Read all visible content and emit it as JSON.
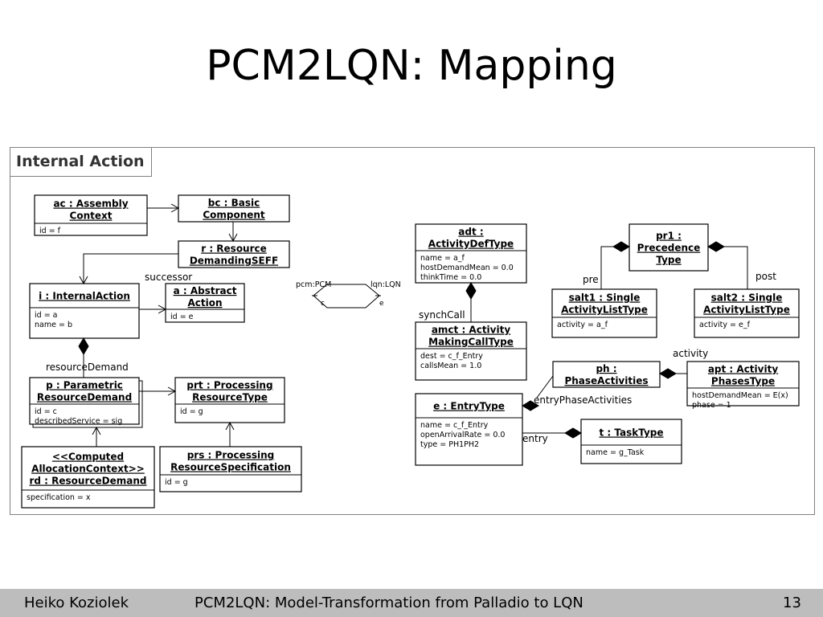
{
  "title": "PCM2LQN: Mapping",
  "panel_title": "Internal Action",
  "boxes": {
    "ac": {
      "title": [
        "ac : Assembly",
        "Context"
      ],
      "attrs": [
        "id = f"
      ]
    },
    "bc": {
      "title": [
        "bc : Basic",
        "Component"
      ],
      "attrs": []
    },
    "r": {
      "title": [
        "r : Resource",
        "DemandingSEFF"
      ],
      "attrs": []
    },
    "i": {
      "title": [
        "i : InternalAction"
      ],
      "attrs": [
        "id = a",
        "name = b"
      ]
    },
    "a": {
      "title": [
        "a : Abstract",
        "Action"
      ],
      "attrs": [
        "id = e"
      ]
    },
    "p": {
      "title": [
        "p : Parametric",
        "ResourceDemand"
      ],
      "attrs": [
        "id = c",
        "describedService = sig"
      ]
    },
    "prt": {
      "title": [
        "prt : Processing",
        "ResourceType"
      ],
      "attrs": [
        "id = g"
      ]
    },
    "rd": {
      "title": [
        "<<Computed",
        "AllocationContext>>",
        "rd : ResourceDemand"
      ],
      "attrs": [
        "specification = x"
      ]
    },
    "prs": {
      "title": [
        "prs : Processing",
        "ResourceSpecification"
      ],
      "attrs": [
        "id = g"
      ]
    },
    "adt": {
      "title": [
        "adt :",
        "ActivityDefType"
      ],
      "attrs": [
        "name = a_f",
        "hostDemandMean = 0.0",
        "thinkTime = 0.0"
      ]
    },
    "amct": {
      "title": [
        "amct : Activity",
        "MakingCallType"
      ],
      "attrs": [
        "dest = c_f_Entry",
        "callsMean = 1.0"
      ]
    },
    "e": {
      "title": [
        "e : EntryType"
      ],
      "attrs": [
        "name = c_f_Entry",
        "openArrivalRate = 0.0",
        "type = PH1PH2"
      ]
    },
    "t": {
      "title": [
        "t : TaskType"
      ],
      "attrs": [
        "name = g_Task"
      ]
    },
    "pr1": {
      "title": [
        "pr1 :",
        "Precedence",
        "Type"
      ],
      "attrs": []
    },
    "salt1": {
      "title": [
        "salt1 : Single",
        "ActivityListType"
      ],
      "attrs": [
        "activity = a_f"
      ]
    },
    "salt2": {
      "title": [
        "salt2 : Single",
        "ActivityListType"
      ],
      "attrs": [
        "activity = e_f"
      ]
    },
    "ph": {
      "title": [
        "ph :",
        "PhaseActivities"
      ],
      "attrs": []
    },
    "apt": {
      "title": [
        "apt : Activity",
        "PhasesType"
      ],
      "attrs": [
        "hostDemandMean = E(x)",
        "phase = 1"
      ]
    }
  },
  "link_labels": {
    "successor": "successor",
    "resourceDemand": "resourceDemand",
    "synchCall": "synchCall",
    "pre": "pre",
    "post": "post",
    "activity": "activity",
    "entryPhaseActivities": "entryPhaseActivities",
    "entry": "entry"
  },
  "transformation": {
    "left": "pcm:PCM",
    "right": "lqn:LQN",
    "c": "c",
    "e": "e"
  },
  "footer": {
    "author": "Heiko Koziolek",
    "talk": "PCM2LQN: Model-Transformation from Palladio to LQN",
    "page": "13"
  }
}
